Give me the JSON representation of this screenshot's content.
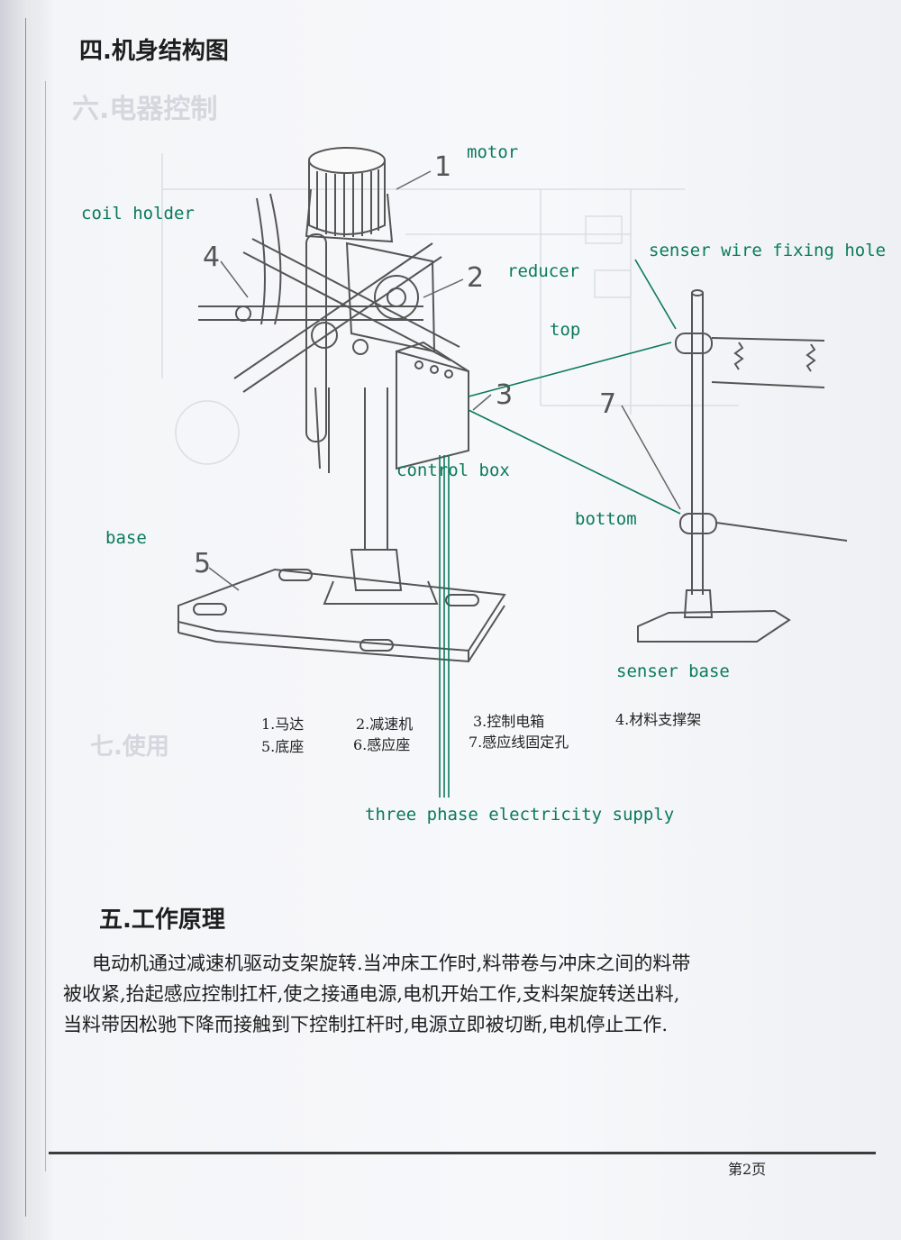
{
  "section4": {
    "title": "四.机身结构图"
  },
  "ghost": {
    "title": "六.电器控制",
    "section7": "七.使用"
  },
  "labels_en": {
    "motor": "motor",
    "coil_holder": "coil holder",
    "reducer": "reducer",
    "sensor_hole": "senser wire fixing hole",
    "top": "top",
    "control_box": "control box",
    "bottom": "bottom",
    "base": "base",
    "sensor_base": "senser base",
    "supply": "three phase electricity supply"
  },
  "callout_numbers": [
    "1",
    "2",
    "3",
    "4",
    "5",
    "7"
  ],
  "legend": {
    "item1": "1.马达",
    "item2": "2.减速机",
    "item3": "3.控制电箱",
    "item4": "4.材料支撑架",
    "item5": "5.底座",
    "item6": "6.感应座",
    "item7": "7.感应线固定孔"
  },
  "section5": {
    "title": "五.工作原理",
    "lines": [
      "电动机通过减速机驱动支架旋转.当冲床工作时,料带卷与冲床之间的料带",
      "被收紧,抬起感应控制扛杆,使之接通电源,电机开始工作,支料架旋转送出料,",
      "当料带因松驰下降而接触到下控制扛杆时,电源立即被切断,电机停止工作."
    ]
  },
  "footer": {
    "page": "第2页"
  },
  "colors": {
    "annotation": "#0b7a5c",
    "ink": "#222222",
    "paper": "#f4f5f8"
  }
}
